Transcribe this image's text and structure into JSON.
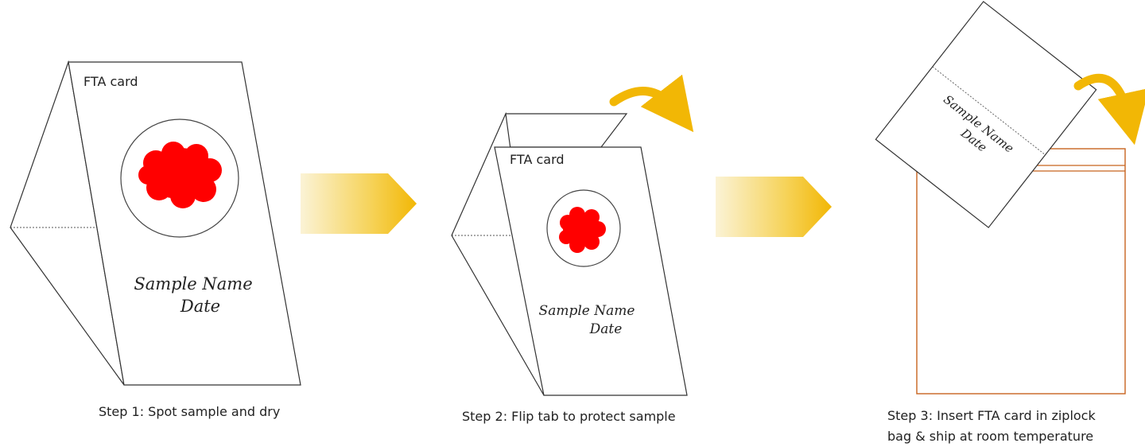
{
  "step1": {
    "card_label": "FTA card",
    "sample_name": "Sample Name",
    "date": "Date",
    "caption": "Step 1: Spot sample and dry"
  },
  "step2": {
    "card_label": "FTA card",
    "sample_name": "Sample Name",
    "date": "Date",
    "caption": "Step 2: Flip tab to protect sample"
  },
  "step3": {
    "sample_name": "Sample Name",
    "date": "Date",
    "caption_line1": "Step 3: Insert FTA card in ziplock",
    "caption_line2": "bag & ship at room temperature"
  },
  "colors": {
    "sample_spot": "#ff0000",
    "arrow_gold": "#f2b705",
    "bag_outline": "#c8641e",
    "card_outline": "#333333"
  },
  "icons": [
    "right-arrow-icon",
    "curved-flip-arrow-icon"
  ]
}
